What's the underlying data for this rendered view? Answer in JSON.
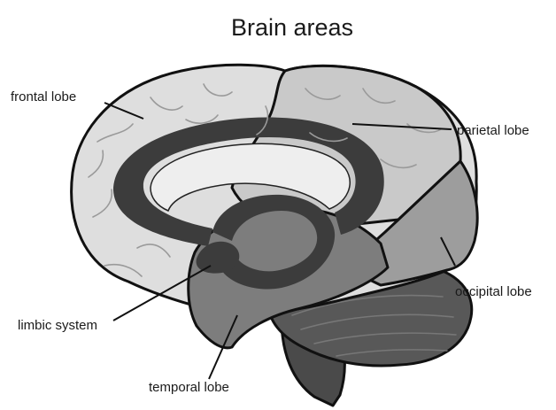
{
  "title": "Brain areas",
  "labels": {
    "frontal": "frontal lobe",
    "parietal": "parietal lobe",
    "occipital": "occipital lobe",
    "limbic": "limbic system",
    "temporal": "temporal lobe"
  },
  "colors": {
    "frontal": "#dedede",
    "parietal": "#c9c9c9",
    "occipital": "#9d9d9d",
    "temporal": "#7d7d7d",
    "limbic": "#3c3c3c",
    "cerebellum": "#585858",
    "brainstem": "#4a4a4a",
    "outline": "#111111"
  }
}
